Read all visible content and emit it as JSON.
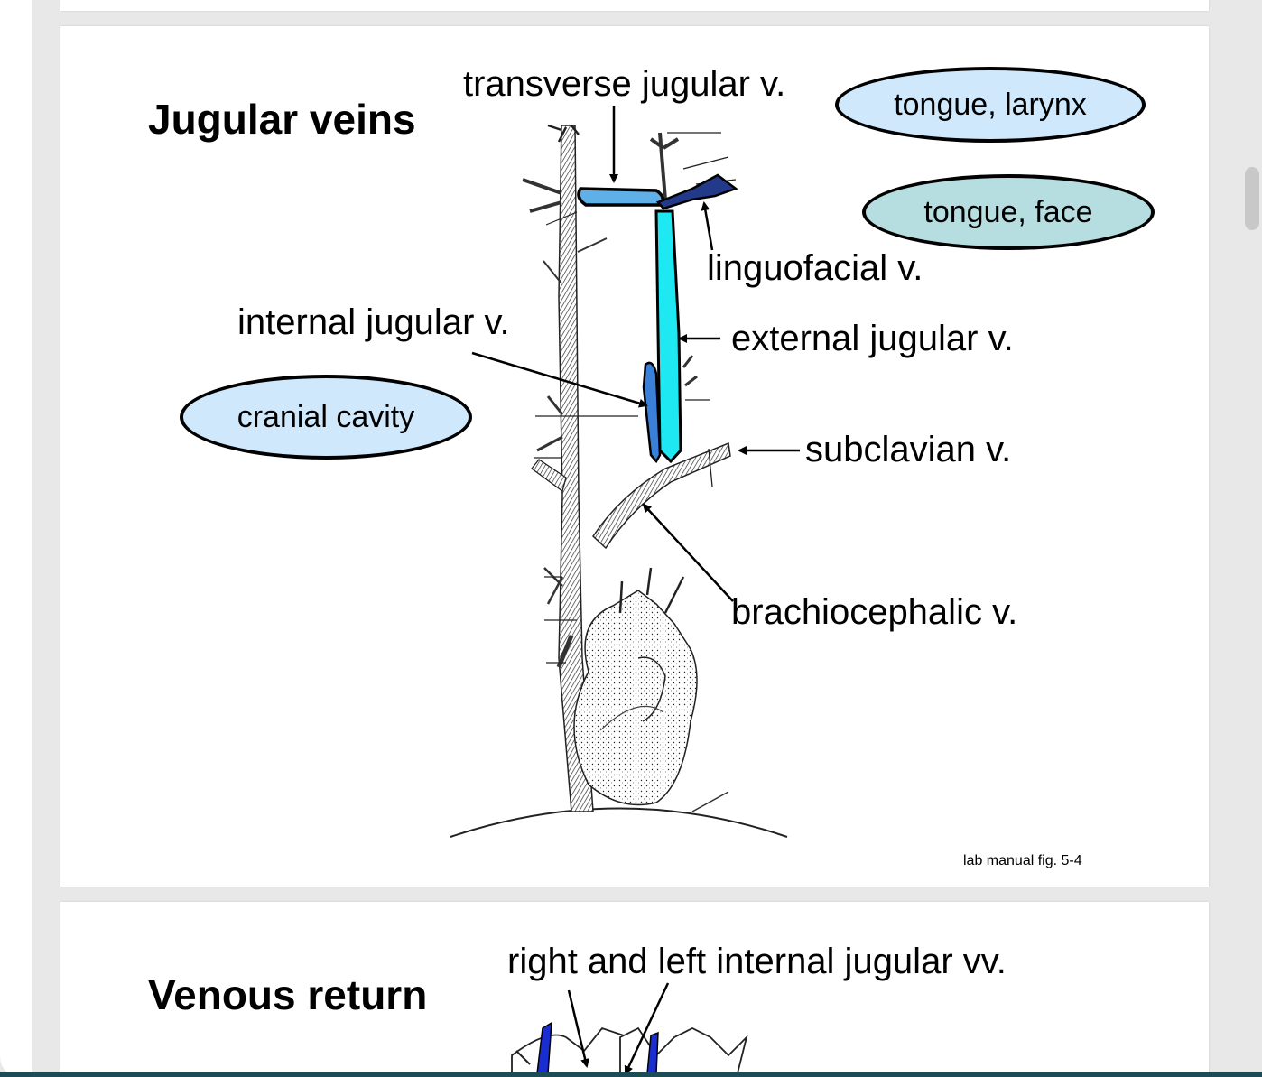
{
  "slide_main": {
    "title": "Jugular veins",
    "labels": {
      "transverse": "transverse jugular v.",
      "linguofacial": "linguofacial v.",
      "internal": "internal jugular v.",
      "external": "external jugular v.",
      "subclavian": "subclavian v.",
      "brachiocephalic": "brachiocephalic v."
    },
    "ovals": {
      "tongue_larynx": "tongue, larynx",
      "tongue_face": "tongue, face",
      "cranial_cavity": "cranial cavity"
    },
    "citation": "lab manual fig. 5-4",
    "colors": {
      "transverse": "#5fb0e8",
      "linguofacial": "#233a8a",
      "external": "#1ee8f2",
      "internal": "#3a7fd8",
      "oval_light": "#cfe8fb",
      "oval_teal": "#b6dde0",
      "highlight": "#cfe3d2"
    }
  },
  "slide_next": {
    "title": "Venous return",
    "label": "right and left internal jugular vv.",
    "vein_color": "#1a2dd0"
  }
}
